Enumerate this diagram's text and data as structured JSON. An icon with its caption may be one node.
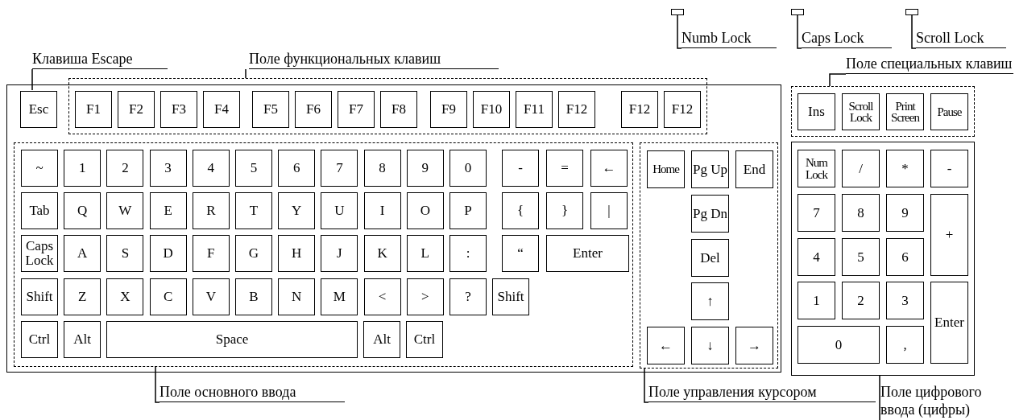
{
  "diagram": {
    "nodes": [
      {
        "text": [],
        "shape": "box"
      },
      {
        "text": [],
        "shape": "box"
      },
      {
        "text": [],
        "shape": "box"
      },
      {
        "text": [
          "Numb Lock"
        ]
      },
      {
        "text": [
          "Caps Lock"
        ]
      },
      {
        "text": [
          "Scroll Lock"
        ]
      },
      {
        "text": [
          "Клавиша Escape"
        ]
      },
      {
        "text": [
          "Поле функциональных клавиш"
        ]
      },
      {
        "text": [
          "Поле специальных клавиш"
        ]
      },
      {
        "text": [],
        "shape": "box"
      },
      {
        "text": [
          "Esc"
        ],
        "in": 9
      },
      {
        "text": [],
        "shape": "box"
      },
      {
        "text": [
          "F1"
        ],
        "in": 11
      },
      {
        "text": [
          "F2"
        ],
        "in": 11
      },
      {
        "text": [
          "F3"
        ],
        "in": 11
      },
      {
        "text": [
          "F4"
        ],
        "in": 11
      },
      {
        "text": [
          "F5"
        ],
        "in": 11
      },
      {
        "text": [
          "F6"
        ],
        "in": 11
      },
      {
        "text": [
          "F7"
        ],
        "in": 11
      },
      {
        "text": [
          "F8"
        ],
        "in": 11
      },
      {
        "text": [
          "F9"
        ],
        "in": 11
      },
      {
        "text": [
          "F10"
        ],
        "in": 11
      },
      {
        "text": [
          "F11"
        ],
        "in": 11
      },
      {
        "text": [
          "F12"
        ],
        "in": 11
      },
      {
        "text": [
          "F12"
        ],
        "in": 11
      },
      {
        "text": [
          "F12"
        ],
        "in": 11
      },
      {
        "text": [],
        "shape": "box"
      },
      {
        "text": [
          "Ins"
        ],
        "in": 26
      },
      {
        "text": [
          "Scroll Lock"
        ],
        "in": 26
      },
      {
        "text": [
          "Print Screen"
        ],
        "in": 26
      },
      {
        "text": [
          "Pause"
        ],
        "in": 26
      },
      {
        "text": [],
        "shape": "box",
        "in": 9
      },
      {
        "text": [
          "~"
        ],
        "in": 31
      },
      {
        "text": [
          "1"
        ],
        "in": 31
      },
      {
        "text": [
          "2"
        ],
        "in": 31
      },
      {
        "text": [
          "3"
        ],
        "in": 31
      },
      {
        "text": [
          "4"
        ],
        "in": 31
      },
      {
        "text": [
          "5"
        ],
        "in": 31
      },
      {
        "text": [
          "6"
        ],
        "in": 31
      },
      {
        "text": [
          "7"
        ],
        "in": 31
      },
      {
        "text": [
          "8"
        ],
        "in": 31
      },
      {
        "text": [
          "9"
        ],
        "in": 31
      },
      {
        "text": [
          "0"
        ],
        "in": 31
      },
      {
        "text": [
          "-"
        ],
        "in": 31
      },
      {
        "text": [
          "="
        ],
        "in": 31
      },
      {
        "text": [
          "←"
        ],
        "in": 31
      },
      {
        "text": [
          "Tab"
        ],
        "in": 31
      },
      {
        "text": [
          "Q"
        ],
        "in": 31
      },
      {
        "text": [
          "W"
        ],
        "in": 31
      },
      {
        "text": [
          "E"
        ],
        "in": 31
      },
      {
        "text": [
          "R"
        ],
        "in": 31
      },
      {
        "text": [
          "T"
        ],
        "in": 31
      },
      {
        "text": [
          "Y"
        ],
        "in": 31
      },
      {
        "text": [
          "U"
        ],
        "in": 31
      },
      {
        "text": [
          "I"
        ],
        "in": 31
      },
      {
        "text": [
          "O"
        ],
        "in": 31
      },
      {
        "text": [
          "P"
        ],
        "in": 31
      },
      {
        "text": [
          "{"
        ],
        "in": 31
      },
      {
        "text": [
          "}"
        ],
        "in": 31
      },
      {
        "text": [
          "|"
        ],
        "in": 31
      },
      {
        "text": [
          "Caps Lock"
        ],
        "in": 31
      },
      {
        "text": [
          "A"
        ],
        "in": 31
      },
      {
        "text": [
          "S"
        ],
        "in": 31
      },
      {
        "text": [
          "D"
        ],
        "in": 31
      },
      {
        "text": [
          "F"
        ],
        "in": 31
      },
      {
        "text": [
          "G"
        ],
        "in": 31
      },
      {
        "text": [
          "H"
        ],
        "in": 31
      },
      {
        "text": [
          "J"
        ],
        "in": 31
      },
      {
        "text": [
          "K"
        ],
        "in": 31
      },
      {
        "text": [
          "L"
        ],
        "in": 31
      },
      {
        "text": [
          ":"
        ],
        "in": 31
      },
      {
        "text": [
          "“"
        ],
        "in": 31
      },
      {
        "text": [
          "Enter"
        ],
        "in": 31
      },
      {
        "text": [
          "Shift"
        ],
        "in": 31
      },
      {
        "text": [
          "Z"
        ],
        "in": 31
      },
      {
        "text": [
          "X"
        ],
        "in": 31
      },
      {
        "text": [
          "C"
        ],
        "in": 31
      },
      {
        "text": [
          "V"
        ],
        "in": 31
      },
      {
        "text": [
          "B"
        ],
        "in": 31
      },
      {
        "text": [
          "N"
        ],
        "in": 31
      },
      {
        "text": [
          "M"
        ],
        "in": 31
      },
      {
        "text": [
          "<"
        ],
        "in": 31
      },
      {
        "text": [
          ">"
        ],
        "in": 31
      },
      {
        "text": [
          "?"
        ],
        "in": 31
      },
      {
        "text": [
          "Shift"
        ],
        "in": 31
      },
      {
        "text": [
          "Ctrl"
        ],
        "in": 31
      },
      {
        "text": [
          "Alt"
        ],
        "in": 31
      },
      {
        "text": [
          "Space"
        ],
        "in": 31
      },
      {
        "text": [
          "Alt"
        ],
        "in": 31
      },
      {
        "text": [
          "Ctrl"
        ],
        "in": 31
      },
      {
        "text": [],
        "shape": "box",
        "in": 9
      },
      {
        "text": [
          "Home"
        ],
        "in": 90
      },
      {
        "text": [
          "Pg Up"
        ],
        "in": 90
      },
      {
        "text": [
          "End"
        ],
        "in": 90
      },
      {
        "text": [
          "Pg Dn"
        ],
        "in": 90
      },
      {
        "text": [
          "Del"
        ],
        "in": 90
      },
      {
        "text": [
          "↑"
        ],
        "in": 90
      },
      {
        "text": [
          "←"
        ],
        "in": 90
      },
      {
        "text": [
          "↓"
        ],
        "in": 90
      },
      {
        "text": [
          "→"
        ],
        "in": 90
      },
      {
        "text": [],
        "shape": "box"
      },
      {
        "text": [
          "Num Lock"
        ],
        "in": 100
      },
      {
        "text": [
          "/"
        ],
        "in": 100
      },
      {
        "text": [
          "*"
        ],
        "in": 100
      },
      {
        "text": [
          "-"
        ],
        "in": 100
      },
      {
        "text": [
          "7"
        ],
        "in": 100
      },
      {
        "text": [
          "8"
        ],
        "in": 100
      },
      {
        "text": [
          "9"
        ],
        "in": 100
      },
      {
        "text": [
          "+"
        ],
        "in": 100
      },
      {
        "text": [
          "4"
        ],
        "in": 100
      },
      {
        "text": [
          "5"
        ],
        "in": 100
      },
      {
        "text": [
          "6"
        ],
        "in": 100
      },
      {
        "text": [
          "1"
        ],
        "in": 100
      },
      {
        "text": [
          "2"
        ],
        "in": 100
      },
      {
        "text": [
          "3"
        ],
        "in": 100
      },
      {
        "text": [
          "Enter"
        ],
        "in": 100
      },
      {
        "text": [
          "0"
        ],
        "in": 100
      },
      {
        "text": [
          ","
        ],
        "in": 100
      },
      {
        "text": [
          "Поле основного ввода"
        ]
      },
      {
        "text": [
          "Поле управления курсором"
        ]
      },
      {
        "text": [
          "Поле цифрового ввода (цифры)"
        ]
      }
    ],
    "edges": [
      {
        "from": 0,
        "to": 3,
        "arrow": "none"
      },
      {
        "from": 1,
        "to": 4,
        "arrow": "none"
      },
      {
        "from": 2,
        "to": 5,
        "arrow": "none"
      },
      {
        "from": 6,
        "to": 10,
        "arrow": "none"
      },
      {
        "from": 7,
        "to": 11,
        "arrow": "none"
      },
      {
        "from": 8,
        "to": 26,
        "arrow": "none"
      },
      {
        "from": 118,
        "to": 31,
        "arrow": "none"
      },
      {
        "from": 119,
        "to": 90,
        "arrow": "none"
      },
      {
        "from": 120,
        "to": 100,
        "arrow": "none"
      }
    ]
  }
}
